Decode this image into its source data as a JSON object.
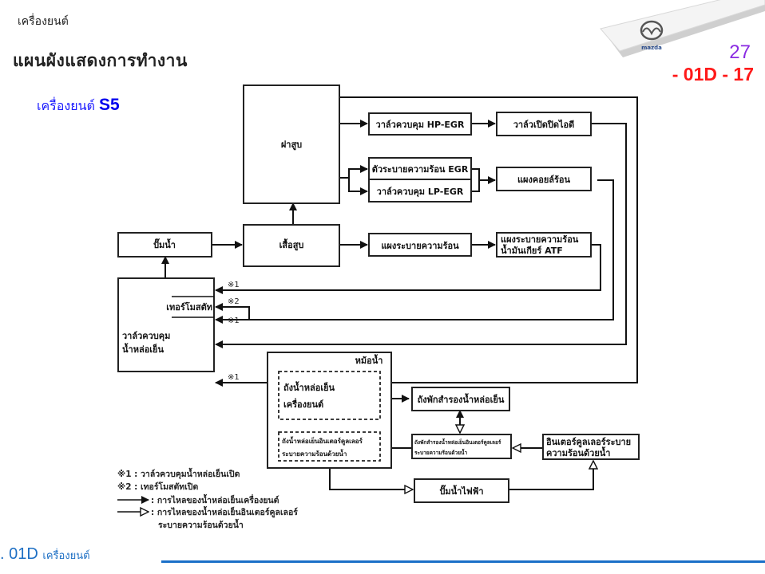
{
  "header": {
    "section": "เครื่องยนต์",
    "title": "แผนผังแสดงการทำงาน",
    "engine_prefix": "เครื่องยนต์",
    "engine_model": "S5",
    "page_number": "27",
    "page_code": "- 01D - 17",
    "brand": "mazda"
  },
  "footer": {
    "code": ". 01D",
    "section": "เครื่องยนต์"
  },
  "colors": {
    "page_number": "#8a2be2",
    "page_code": "#ff1a1a",
    "engine_label": "#0000ee",
    "footer": "#1a6fc8"
  },
  "diagram": {
    "boxes": {
      "cylinder_head": "ฝาสูบ",
      "hp_egr_valve": "วาล์วควบคุม HP-EGR",
      "idle_valve": "วาล์วเปิดปิดไอดี",
      "egr_cooler": "ตัวระบายความร้อน EGR",
      "lp_egr_valve": "วาล์วควบคุม LP-EGR",
      "heater_core": "แผงคอยล์ร้อน",
      "water_pump": "ปั๊มน้ำ",
      "cylinder_block": "เสื้อสูบ",
      "oil_cooler": "แผงระบายความร้อน",
      "atf_cooler_line1": "แผงระบายความร้อน",
      "atf_cooler_line2": "น้ำมันเกียร์ ATF",
      "thermostat": "เทอร์โมสตัท",
      "coolant_valve_line1": "วาล์วควบคุม",
      "coolant_valve_line2": "น้ำหล่อเย็น",
      "radiator": "หม้อน้ำ",
      "engine_tank_line1": "ถังน้ำหล่อเย็น",
      "engine_tank_line2": "เครื่องยนต์",
      "reserve_tank": "ถังพักสำรองน้ำหล่อเย็น",
      "ic_tank_line1": "ถังน้ำหล่อเย็นอินเตอร์คูลเลอร์",
      "ic_tank_line2": "ระบายความร้อนด้วยน้ำ",
      "ic_reserve_line1": "ถังพักสำรองน้ำหล่อเย็นอินเตอร์คูลเลอร์",
      "ic_reserve_line2": "ระบายความร้อนด้วยน้ำ",
      "intercooler_line1": "อินเตอร์คูลเลอร์ระบาย",
      "intercooler_line2": "ความร้อนด้วยน้ำ",
      "electric_pump": "ปั๊มน้ำไฟฟ้า"
    },
    "notes": {
      "n1": "※1",
      "n2": "※2"
    },
    "legend": {
      "item1": "※1 : วาล์วควบคุมน้ำหล่อเย็นเปิด",
      "item2": "※2 : เทอร์โมสตัทเปิด",
      "item3": ": การไหลของน้ำหล่อเย็นเครื่องยนต์",
      "item4_line1": ": การไหลของน้ำหล่อเย็นอินเตอร์คูลเลอร์",
      "item4_line2": "ระบายความร้อนด้วยน้ำ"
    }
  }
}
